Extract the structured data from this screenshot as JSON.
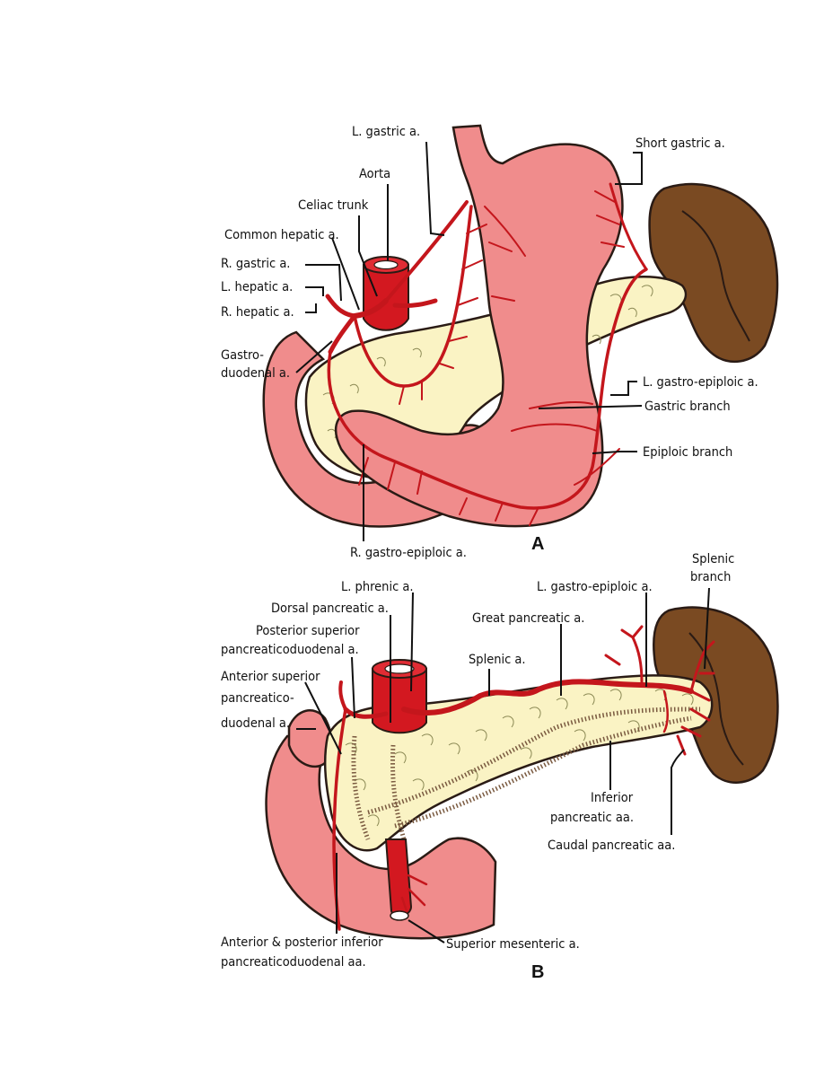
{
  "colors": {
    "stomach": "#f08c8c",
    "pancreas": "#faf3c4",
    "spleen": "#7a4a22",
    "artery": "#d31820",
    "outline": "#2a1b15"
  },
  "panel_a": {
    "letter": "A",
    "labels": {
      "l_gastric": "L. gastric a.",
      "short_gastric": "Short gastric a.",
      "aorta": "Aorta",
      "celiac_trunk": "Celiac trunk",
      "common_hepatic": "Common hepatic a.",
      "r_gastric": "R. gastric a.",
      "l_hepatic": "L. hepatic a.",
      "r_hepatic": "R. hepatic a.",
      "gastroduodenal_1": "Gastro-",
      "gastroduodenal_2": "duodenal a.",
      "l_gastro_epiploic": "L. gastro-epiploic a.",
      "gastric_branch": "Gastric branch",
      "epiploic_branch": "Epiploic branch",
      "r_gastro_epiploic": "R. gastro-epiploic a."
    }
  },
  "panel_b": {
    "letter": "B",
    "labels": {
      "splenic_branch_1": "Splenic",
      "splenic_branch_2": "branch",
      "l_phrenic": "L. phrenic a.",
      "l_gastro_epiploic": "L. gastro-epiploic a.",
      "dorsal_pancreatic": "Dorsal pancreatic a.",
      "great_pancreatic": "Great pancreatic a.",
      "post_sup_pd_1": "Posterior superior",
      "post_sup_pd_2": "pancreaticoduodenal a.",
      "splenic": "Splenic a.",
      "ant_sup_pd_1": "Anterior superior",
      "ant_sup_pd_2": "pancreatico-",
      "ant_sup_pd_3": "duodenal a.",
      "inferior_pancreatic_1": "Inferior",
      "inferior_pancreatic_2": "pancreatic aa.",
      "caudal_pancreatic": "Caudal pancreatic aa.",
      "ant_post_inf_pd_1": "Anterior & posterior inferior",
      "ant_post_inf_pd_2": "pancreaticoduodenal aa.",
      "superior_mesenteric": "Superior mesenteric a."
    }
  }
}
